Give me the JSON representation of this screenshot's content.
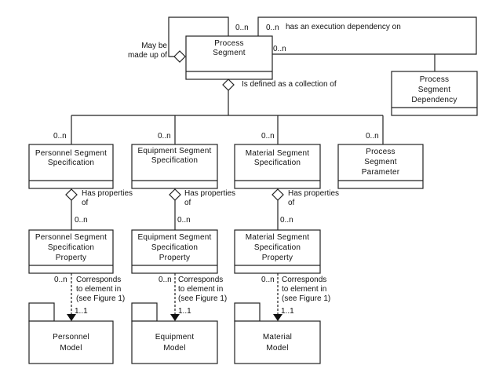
{
  "classes": {
    "process_segment": [
      "Process",
      "Segment"
    ],
    "process_segment_dependency": [
      "Process",
      "Segment",
      "Dependency"
    ],
    "personnel_spec": [
      "Personnel Segment",
      "Specification"
    ],
    "equipment_spec": [
      "Equipment Segment",
      "Specification"
    ],
    "material_spec": [
      "Material Segment",
      "Specification"
    ],
    "process_segment_parameter": [
      "Process",
      "Segment",
      "Parameter"
    ],
    "personnel_prop": [
      "Personnel Segment",
      "Specification",
      "Property"
    ],
    "equipment_prop": [
      "Equipment Segment",
      "Specification",
      "Property"
    ],
    "material_prop": [
      "Material Segment",
      "Specification",
      "Property"
    ]
  },
  "packages": {
    "personnel_model": [
      "Personnel",
      "Model"
    ],
    "equipment_model": [
      "Equipment",
      "Model"
    ],
    "material_model": [
      "Material",
      "Model"
    ]
  },
  "associations": {
    "self_label": [
      "May be",
      "made up of"
    ],
    "self_multiplicity": "0..n",
    "dependency_label": "has an execution dependency on",
    "dependency_mult_top": "0..n",
    "dependency_mult_right": "0..n",
    "collection_label": "Is defined as a collection of",
    "collection_multiplicity": "0..n",
    "has_properties_label": [
      "Has properties",
      "of"
    ],
    "has_properties_multiplicity": "0..n",
    "corresponds_label": [
      "Corresponds",
      "to element in",
      "(see Figure 1)"
    ],
    "corresponds_mult_source": "0..n",
    "corresponds_mult_target": "1..1"
  }
}
